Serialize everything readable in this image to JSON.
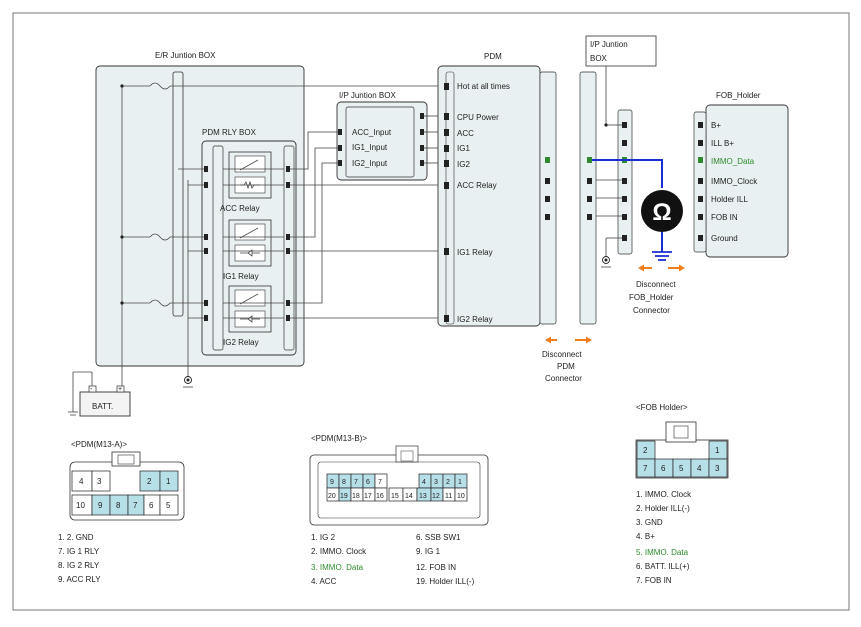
{
  "er_box": {
    "title": "E/R Juntion BOX"
  },
  "pdm_rly_box": {
    "title": "PDM RLY BOX"
  },
  "relays": {
    "acc": "ACC Relay",
    "ig1": "IG1 Relay",
    "ig2": "IG2 Relay"
  },
  "battery": {
    "label": "BATT.",
    "minus": "-",
    "plus": "+"
  },
  "ip_box1": {
    "title": "I/P  Juntion BOX",
    "pins": [
      "ACC_Input",
      "IG1_Input",
      "IG2_Input"
    ]
  },
  "pdm": {
    "title": "PDM",
    "pins": [
      "Hot at all times",
      "CPU Power",
      "ACC",
      "IG1",
      "IG2",
      "ACC Relay",
      "IG1 Relay",
      "IG2 Relay"
    ]
  },
  "ip_box2": {
    "title_line1": "I/P Juntion",
    "title_line2": "BOX"
  },
  "fob_holder": {
    "title": "FOB_Holder",
    "pins": [
      "B+",
      "ILL B+",
      "IMMO_Data",
      "IMMO_Clock",
      "Holder ILL",
      "FOB IN",
      "Ground"
    ]
  },
  "disconnect_pdm": {
    "line1": "Disconnect",
    "line2": "PDM",
    "line3": "Connector"
  },
  "disconnect_fob": {
    "line1": "Disconnect",
    "line2": "FOB_Holder",
    "line3": "Connector"
  },
  "meter": {
    "symbol": "Ω"
  },
  "pdm_a": {
    "title": "<PDM(M13-A)>",
    "top_pins": [
      "4",
      "3",
      "2",
      "1"
    ],
    "bottom_pins": [
      "10",
      "9",
      "8",
      "7",
      "6",
      "5"
    ],
    "legend": [
      "1. 2. GND",
      "7. IG 1 RLY",
      "8. IG 2 RLY",
      "9. ACC RLY"
    ]
  },
  "pdm_b": {
    "title": "<PDM(M13-B)>",
    "top_pins": [
      "9",
      "8",
      "7",
      "6",
      "7",
      "4",
      "3",
      "2",
      "1"
    ],
    "bottom_pins": [
      "20",
      "19",
      "18",
      "17",
      "16",
      "15",
      "14",
      "13",
      "12",
      "11",
      "10"
    ],
    "legend_left": [
      "1. IG 2",
      "2.   IMMO. Clock",
      "3.   IMMO. Data",
      "4. ACC"
    ],
    "legend_right": [
      "6.   SSB SW1",
      "9. IG 1",
      "12.    FOB IN",
      "19.    Holder ILL(-)"
    ]
  },
  "fob_conn": {
    "title": "<FOB Holder>",
    "top_pins": [
      "2",
      "1"
    ],
    "bottom_pins": [
      "7",
      "6",
      "5",
      "4",
      "3"
    ],
    "legend": [
      "1. IMMO. Clock",
      "2. Holder ILL(-)",
      "3. GND",
      "4. B+",
      "5. IMMO. Data",
      "6. BATT. ILL(+)",
      "7. FOB IN"
    ]
  },
  "colors": {
    "highlight_green": "#2e8b2e",
    "meter_wire_blue": "#1a2ed6",
    "arrow_orange": "#f07d1e",
    "pin_fill": "#b7dfe8"
  }
}
